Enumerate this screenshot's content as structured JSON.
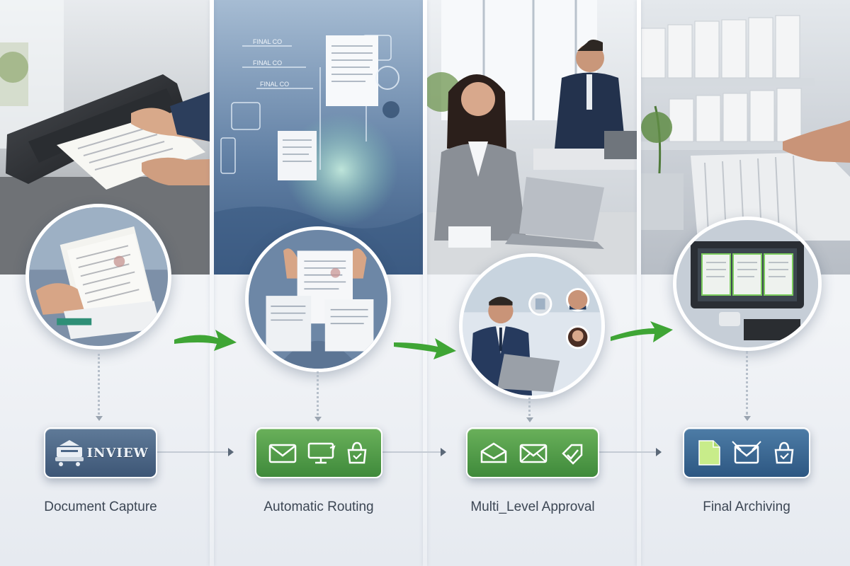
{
  "stages": [
    {
      "label": "Document Capture",
      "card_text": "INVIEW",
      "card_color": "#4a6586",
      "card_icons": [
        "scanner-icon"
      ]
    },
    {
      "label": "Automatic Routing",
      "card_color": "#4f9a45",
      "card_icons": [
        "envelope-icon",
        "monitor-icon",
        "shopping-bag-icon"
      ]
    },
    {
      "label": "Multi_Level Approval",
      "card_color": "#4f9a45",
      "card_icons": [
        "open-envelope-icon",
        "envelope-icon",
        "check-tag-icon"
      ]
    },
    {
      "label": "Final Archiving",
      "card_color": "#3b6892",
      "card_icons": [
        "document-icon",
        "mail-box-icon",
        "shopping-bag-icon"
      ]
    }
  ],
  "panel_texts": {
    "routing_label_1": "FINAL CO",
    "routing_label_2": "FINAL CO",
    "routing_label_3": "FINAL CO"
  },
  "colors": {
    "arrow_green": "#3fa535",
    "connector": "#b6bfca",
    "label_text": "#3c4654"
  }
}
